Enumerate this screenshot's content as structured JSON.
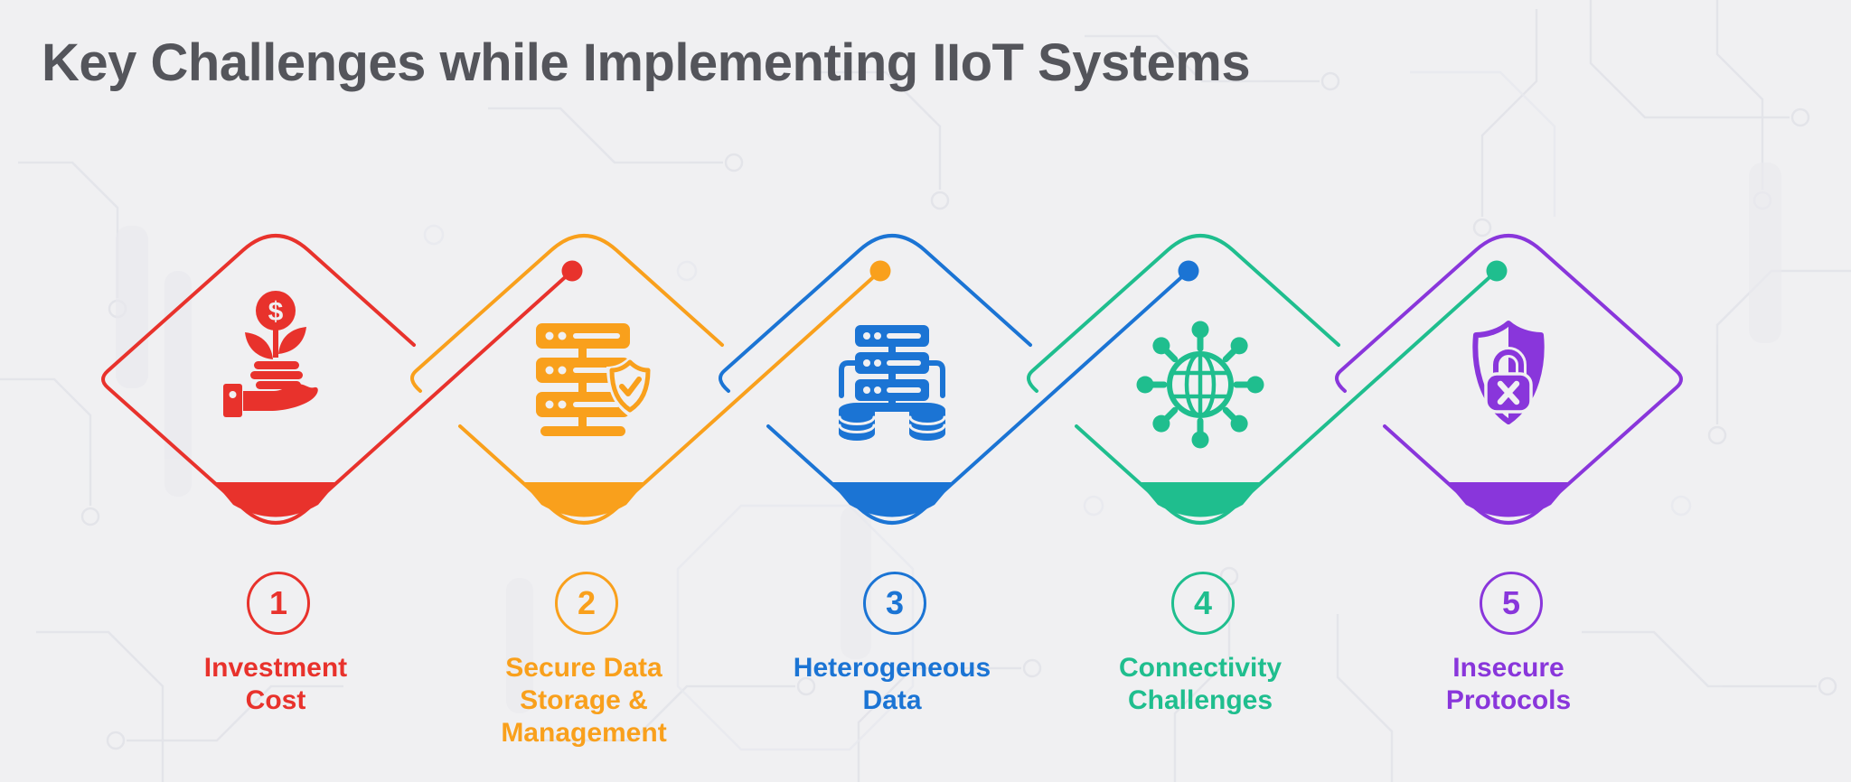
{
  "title": {
    "text": "Key Challenges while Implementing IIoT Systems",
    "color": "#54555B"
  },
  "background": {
    "base": "#F0F0F2",
    "pattern_line": "#E2E3E9",
    "pattern_fill": "#E9E9EE"
  },
  "items": [
    {
      "number": "1",
      "label": "Investment Cost",
      "label_lines": [
        "Investment",
        "Cost"
      ],
      "color": "#E8322C",
      "icon": "hand-money-plant-icon"
    },
    {
      "number": "2",
      "label": "Secure Data Storage & Management",
      "label_lines": [
        "Secure Data",
        "Storage &",
        "Management"
      ],
      "color": "#F9A01C",
      "icon": "server-shield-check-icon"
    },
    {
      "number": "3",
      "label": "Heterogeneous Data",
      "label_lines": [
        "Heterogeneous",
        "Data"
      ],
      "color": "#1B74D4",
      "icon": "servers-databases-icon"
    },
    {
      "number": "4",
      "label": "Connectivity Challenges",
      "label_lines": [
        "Connectivity",
        "Challenges"
      ],
      "color": "#1FBE8E",
      "icon": "network-globe-icon"
    },
    {
      "number": "5",
      "label": "Insecure Protocols",
      "label_lines": [
        "Insecure",
        "Protocols"
      ],
      "color": "#8936DB",
      "icon": "shield-lock-icon"
    }
  ]
}
